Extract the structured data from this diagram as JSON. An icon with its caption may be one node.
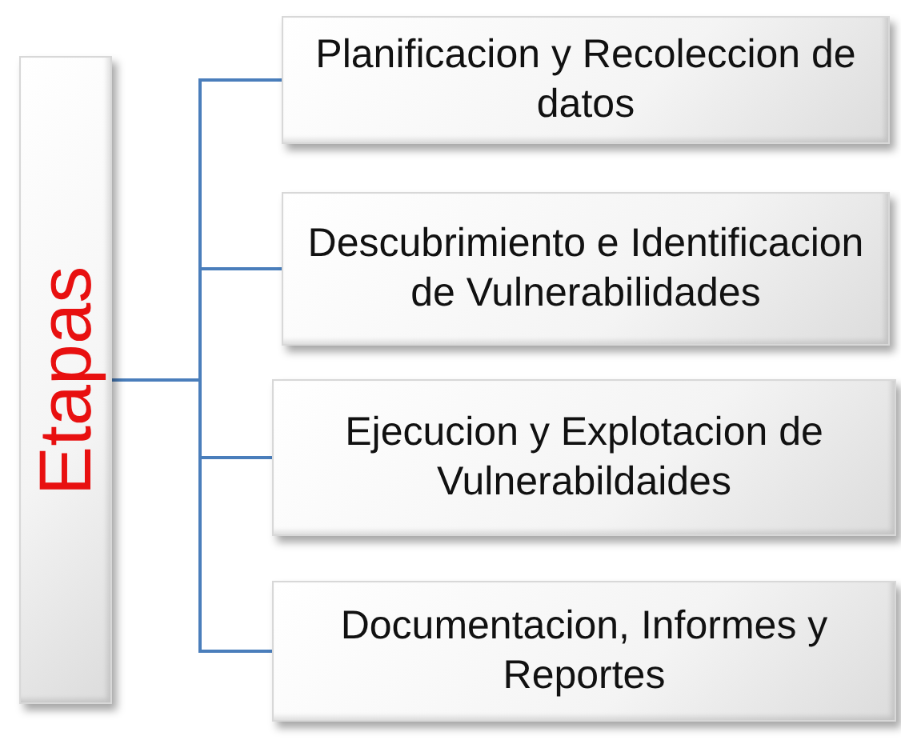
{
  "diagram": {
    "nodes": [
      {
        "text": [
          "Etapas"
        ]
      },
      {
        "text": [
          "Planificacion y Recoleccion de datos"
        ]
      },
      {
        "text": [
          "Descubrimiento e Identificacion de Vulnerabilidades"
        ]
      },
      {
        "text": [
          "Ejecucion y Explotacion de Vulnerabildaides"
        ]
      },
      {
        "text": [
          "Documentacion, Informes y Reportes"
        ]
      }
    ],
    "edges": [
      {
        "from": 0,
        "to": 1,
        "arrow": "none"
      },
      {
        "from": 0,
        "to": 2,
        "arrow": "none"
      },
      {
        "from": 0,
        "to": 3,
        "arrow": "none"
      },
      {
        "from": 0,
        "to": 4,
        "arrow": "none"
      }
    ]
  }
}
